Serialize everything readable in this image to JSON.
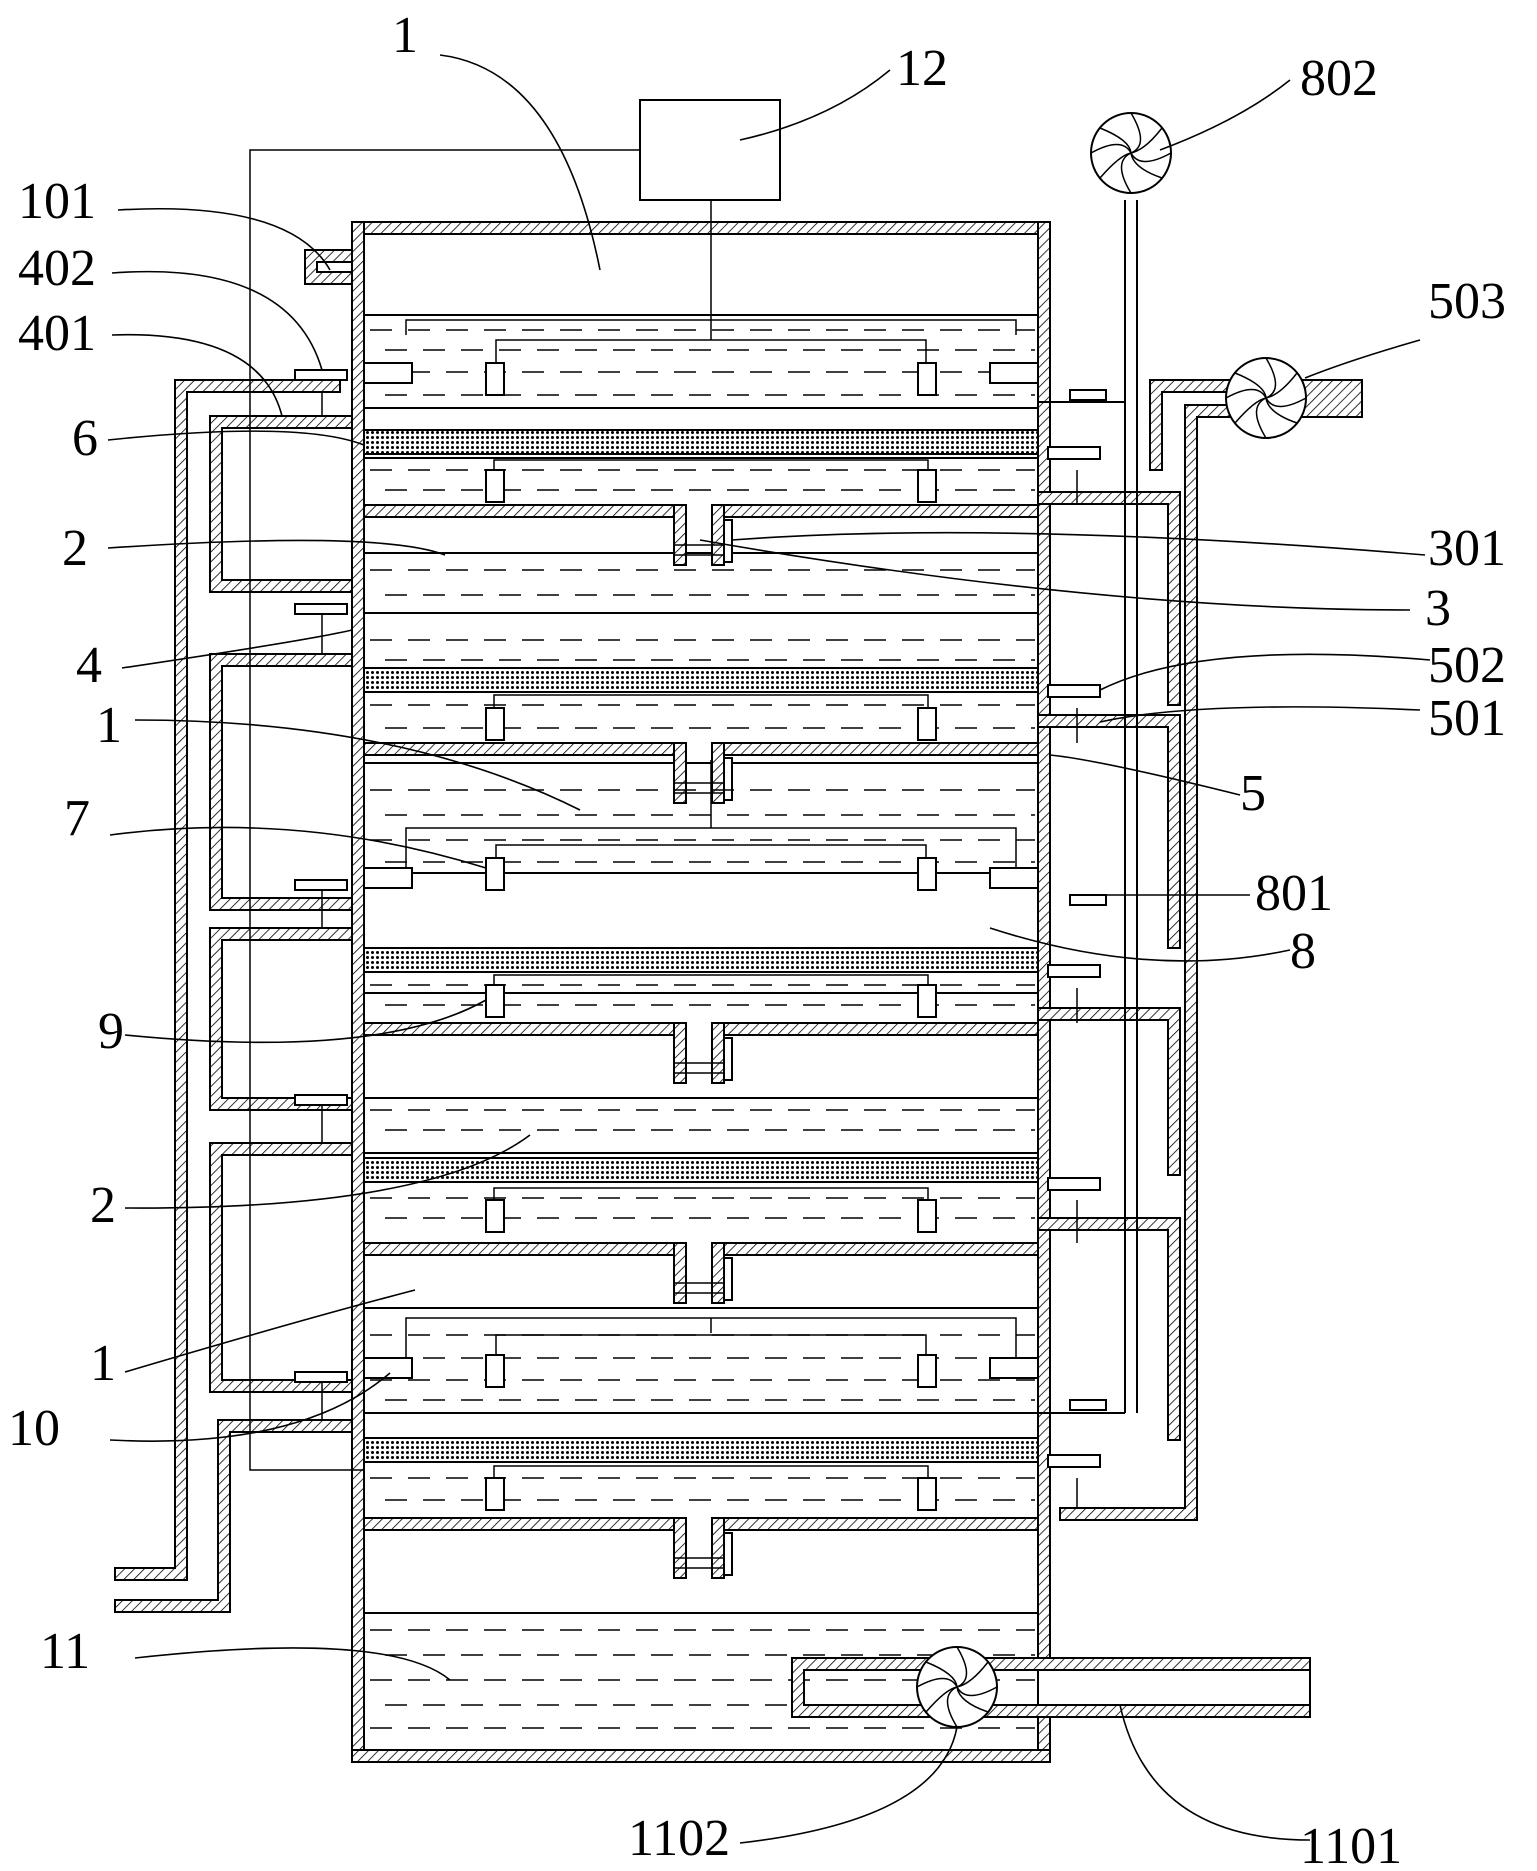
{
  "labels": {
    "l1_top": "1",
    "l12": "12",
    "l802": "802",
    "l101": "101",
    "l402": "402",
    "l401": "401",
    "l503": "503",
    "l6": "6",
    "l2_top": "2",
    "l301": "301",
    "l3": "3",
    "l4": "4",
    "l502": "502",
    "l501": "501",
    "l1_mid": "1",
    "l5": "5",
    "l7": "7",
    "l801": "801",
    "l8": "8",
    "l9": "9",
    "l2_low": "2",
    "l1_low": "1",
    "l10": "10",
    "l11": "11",
    "l1102": "1102",
    "l1101": "1101"
  }
}
